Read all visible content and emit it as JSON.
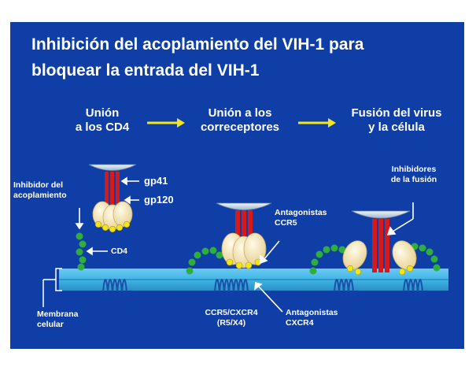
{
  "title_line1": "Inhibición del acoplamiento del VIH-1 para",
  "title_line2": "bloquear la entrada del VIH-1",
  "steps": [
    {
      "line1": "Unión",
      "line2": "a los CD4"
    },
    {
      "line1": "Unión a los",
      "line2": "correceptores"
    },
    {
      "line1": "Fusión del virus",
      "line2": "y la célula"
    }
  ],
  "labels": {
    "gp41": "gp41",
    "gp120": "gp120",
    "cd4": "CD4",
    "inhibidor_line1": "Inhibidor del",
    "inhibidor_line2": "acoplamiento",
    "membrana_line1": "Membrana",
    "membrana_line2": "celular",
    "ccr5_ant_line1": "Antagonistas",
    "ccr5_ant_line2": "CCR5",
    "cxcr4_ant_line1": "Antagonistas",
    "cxcr4_ant_line2": "CXCR4",
    "coreceptor_line1": "CCR5/CXCR4",
    "coreceptor_line2": "(R5/X4)",
    "fusion_inh_line1": "Inhibidores",
    "fusion_inh_line2": "de la fusión"
  },
  "colors": {
    "background": "#0f3ea6",
    "arrow_yellow": "#f3e51a",
    "membrane": "#3fb6e6",
    "gp41_red": "#d41a1a",
    "gp120_cream": "#f6e6b6",
    "cd4_green": "#2fae3b",
    "cap_grey": "#c8d6e6"
  }
}
